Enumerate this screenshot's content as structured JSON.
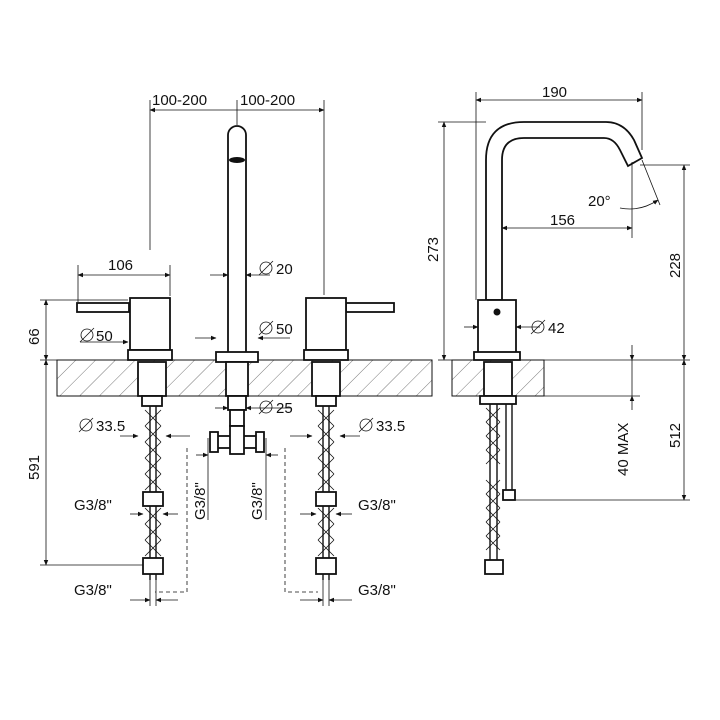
{
  "drawing": {
    "front_view": {
      "dim_spacing_left": "100-200",
      "dim_spacing_right": "100-200",
      "dim_handle_length": "106",
      "dim_spout_dia": "20",
      "dim_height_above_deck": "66",
      "dim_body_left_dia": "50",
      "dim_body_center_dia": "50",
      "dim_shank_center_dia": "25",
      "dim_hole_left": "33.5",
      "dim_hole_right": "33.5",
      "dim_total_below": "591",
      "thread_left_upper": "G3/8\"",
      "thread_left_lower": "G3/8\"",
      "thread_center_left": "G3/8\"",
      "thread_center_right": "G3/8\"",
      "thread_right_upper": "G3/8\"",
      "thread_right_lower": "G3/8\""
    },
    "side_view": {
      "dim_reach_total": "190",
      "dim_height_total": "273",
      "dim_angle": "20°",
      "dim_reach_inner": "156",
      "dim_outlet_height": "228",
      "dim_base_dia": "42",
      "dim_max_deck": "40 MAX",
      "dim_below_deck": "512"
    },
    "colors": {
      "line": "#111111",
      "background": "#ffffff"
    }
  }
}
